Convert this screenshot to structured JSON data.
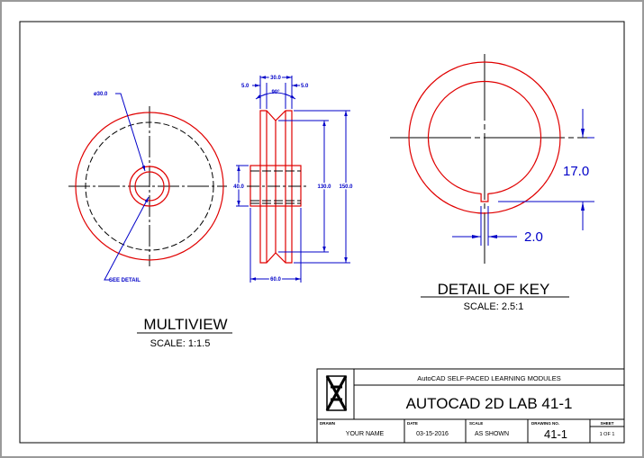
{
  "multiview": {
    "title": "MULTIVIEW",
    "scale": "SCALE:  1:1.5",
    "hole_dim": "ø30.0",
    "leader_note": "SEE DETAIL"
  },
  "side_view": {
    "dim_left_offset": "5.0",
    "dim_groove_width": "30.0",
    "dim_right_offset": "5.0",
    "dim_angle": "90°",
    "dim_hub_height": "40.0",
    "dim_inner_dia": "130.0",
    "dim_outer_dia": "150.0",
    "dim_hub_width": "60.0"
  },
  "detail": {
    "title": "DETAIL  OF  KEY",
    "scale": "SCALE:  2.5:1",
    "dim_key_depth": "17.0",
    "dim_key_width": "2.0"
  },
  "title_block": {
    "org": "AutoCAD  SELF-PACED  LEARNING  MODULES",
    "title": "AUTOCAD 2D LAB 41-1",
    "drawn_label": "DRAWN",
    "drawn_value": "YOUR NAME",
    "date_label": "DATE",
    "date_value": "03-15-2016",
    "scale_label": "SCALE",
    "scale_value": "AS SHOWN",
    "drawing_no_label": "DRAWING NO.",
    "drawing_no_value": "41-1",
    "sheet_label": "SHEET",
    "sheet_value": "1 OF 1"
  },
  "colors": {
    "object": "#e00000",
    "dimension": "#0000c8",
    "center": "#000000"
  }
}
